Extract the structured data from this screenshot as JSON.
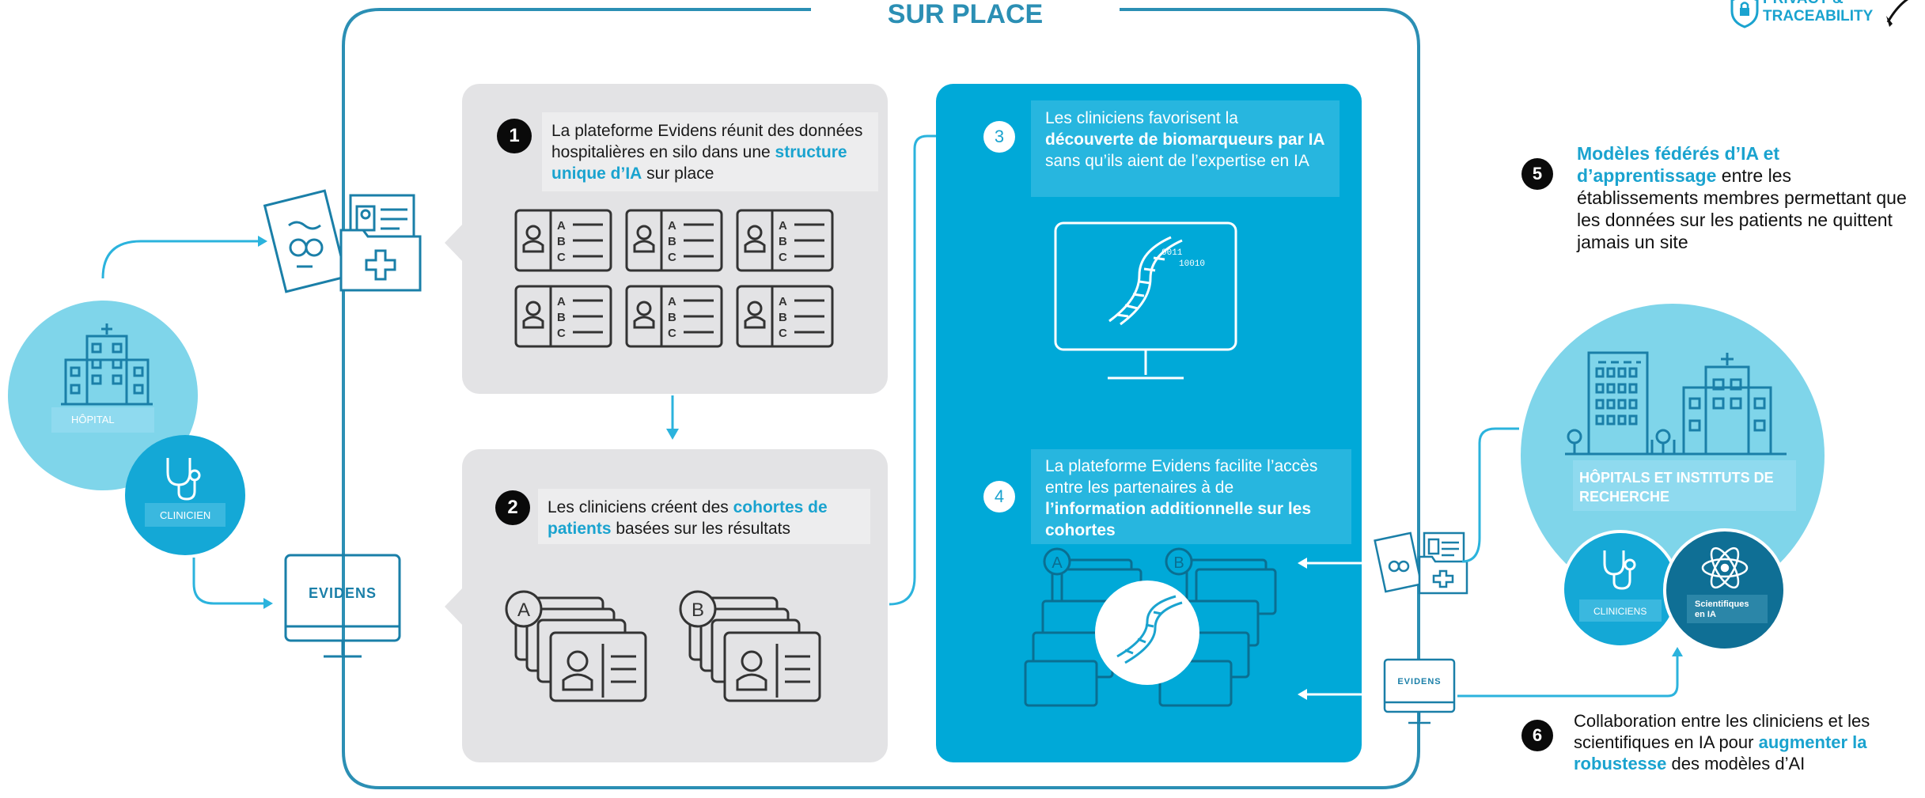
{
  "frame": {
    "title": "SUR PLACE"
  },
  "logo": {
    "line1": "PRIVACY &",
    "line2": "TRACEABILITY"
  },
  "left": {
    "hospital_label": "HÔPITAL",
    "clinician_label": "CLINICIEN",
    "evidens_label": "EVIDENS"
  },
  "step1": {
    "number": "1",
    "text_a": "La plateforme  Evidens  réunit des données hospitalières en silo dans une",
    "highlight": "structure unique d’IA",
    "text_b": " sur place",
    "record_letters": [
      "A",
      "B",
      "C"
    ]
  },
  "step2": {
    "number": "2",
    "text_a": "Les cliniciens créent des ",
    "highlight": "cohortes de patients",
    "text_b": " basées sur les résultats",
    "cohort_a": "A",
    "cohort_b": "B"
  },
  "step3": {
    "number": "3",
    "text_a": "Les cliniciens favorisent la ",
    "bold": "découverte de biomarqueurs par IA",
    "text_b": " sans qu’ils aient de l’expertise en IA"
  },
  "step4": {
    "number": "4",
    "text_a": "La plateforme Evidens facilite l’accès entre les partenaires à de ",
    "bold": "l’information additionnelle sur les cohortes"
  },
  "step5": {
    "number": "5",
    "highlight": "Modèles fédérés d’IA et d’apprentissage",
    "text": " entre les établissements membres permettant que les données sur les patients ne quittent jamais un site"
  },
  "step6": {
    "number": "6",
    "text_a": "Collaboration entre les cliniciens et les scientifiques en IA pour ",
    "highlight": "augmenter la robustesse",
    "text_b": " des modèles d’AI"
  },
  "right": {
    "institutes_label": "HÔPITALS ET INSTITUTS DE RECHERCHE",
    "clinicians_label": "CLINICIENS",
    "scientists_label": "Scientifiques en IA",
    "evidens_label": "EVIDENS"
  },
  "colors": {
    "accent": "#1aa3cf",
    "frame": "#2b8fb4",
    "panel_blue": "#00a9d8",
    "panel_gray": "#e3e3e5",
    "circle_light": "#7fd5ea",
    "circle_dark": "#0f6f95"
  }
}
